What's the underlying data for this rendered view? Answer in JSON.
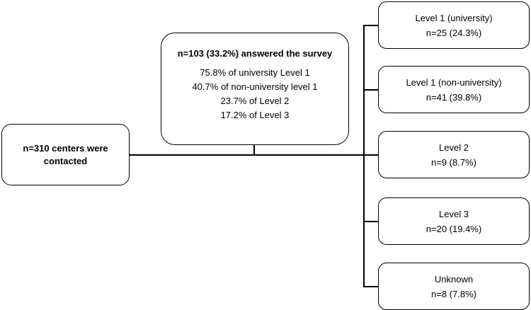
{
  "contacted": {
    "text": "n=310 centers were contacted"
  },
  "answered": {
    "title": "n=103 (33.2%) answered the survey",
    "stats": [
      "75.8% of university Level 1",
      "40.7% of non-university level 1",
      "23.7% of Level 2",
      "17.2% of Level 3"
    ]
  },
  "categories": [
    {
      "label": "Level 1 (university)",
      "count": "n=25 (24.3%)"
    },
    {
      "label": "Level 1 (non-university)",
      "count": "n=41 (39.8%)"
    },
    {
      "label": "Level 2",
      "count": "n=9 (8.7%)"
    },
    {
      "label": "Level 3",
      "count": "n=20 (19.4%)"
    },
    {
      "label": "Unknown",
      "count": "n=8 (7.8%)"
    }
  ]
}
